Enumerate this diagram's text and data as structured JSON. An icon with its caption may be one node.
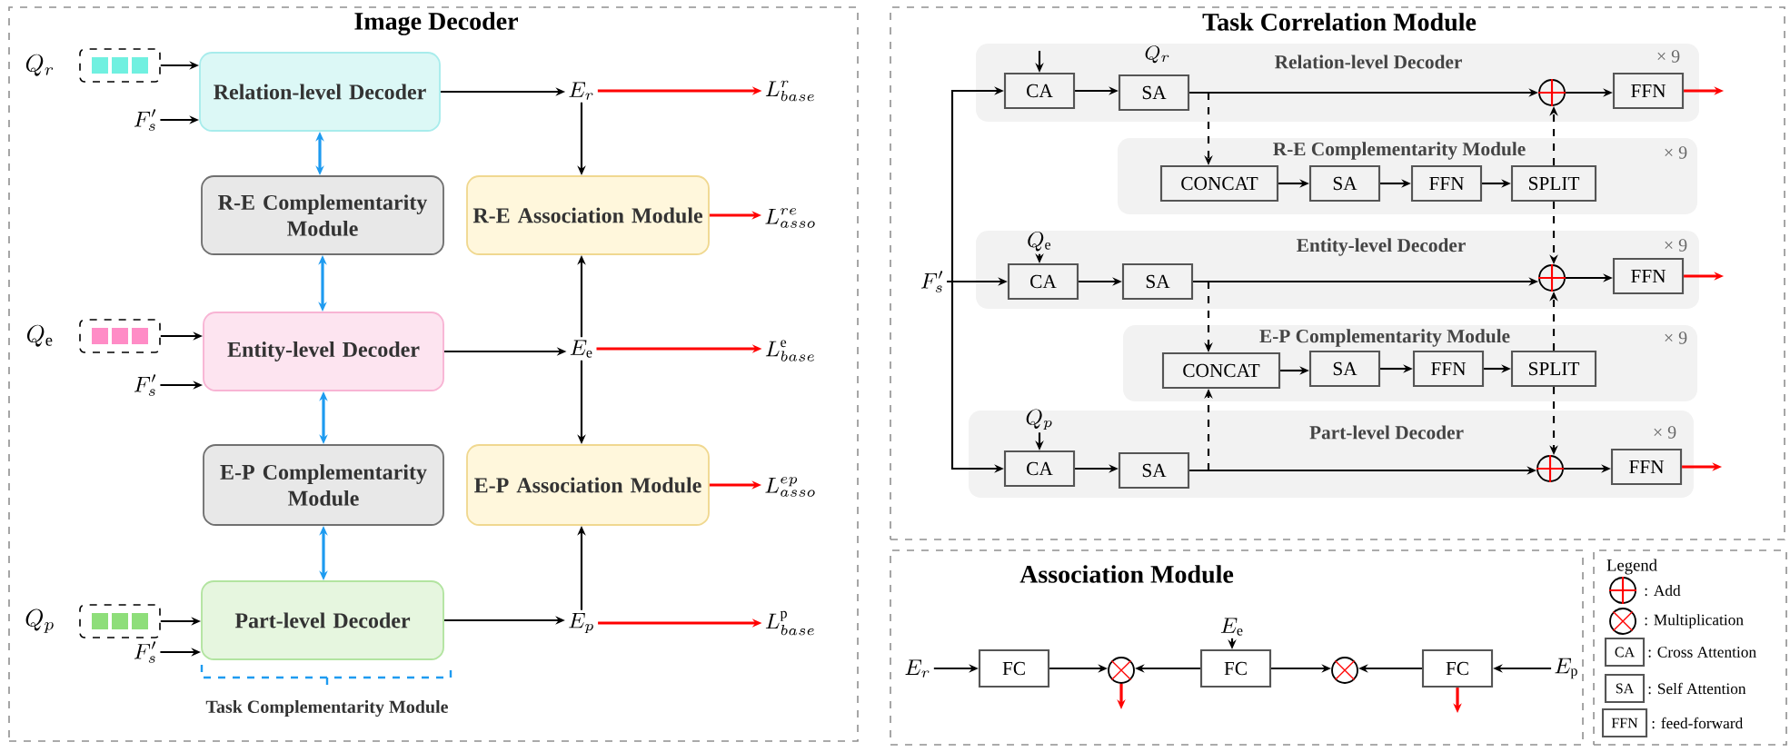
{
  "diagram": {
    "nodes": [
      {
        "text": [
          "Image Decoder"
        ]
      },
      {
        "text": [],
        "shape": "box",
        "in": 0,
        "beside": [
          "Q_r"
        ]
      },
      {
        "text": [
          "F_s'"
        ],
        "in": 0
      },
      {
        "text": [
          "Relation-level Decoder"
        ],
        "in": 0
      },
      {
        "text": [
          "R-E Complementarity Module"
        ],
        "in": 0
      },
      {
        "text": [],
        "shape": "box",
        "in": 0,
        "beside": [
          "Q_{\\mathrm{e}}"
        ]
      },
      {
        "text": [
          "F_s'"
        ],
        "in": 0
      },
      {
        "text": [
          "Entity-level Decoder"
        ],
        "in": 0
      },
      {
        "text": [
          "E-P Complementarity Module"
        ],
        "in": 0
      },
      {
        "text": [],
        "shape": "box",
        "in": 0,
        "beside": [
          "Q_p"
        ]
      },
      {
        "text": [
          "F_s'"
        ],
        "in": 0
      },
      {
        "text": [
          "Part-level Decoder"
        ],
        "in": 0
      },
      {
        "text": [
          "E_r"
        ],
        "in": 0
      },
      {
        "text": [
          "L^{r}_{base}"
        ],
        "in": 0
      },
      {
        "text": [
          "R-E Association Module"
        ],
        "in": 0
      },
      {
        "text": [
          "L^{re}_{asso}"
        ],
        "in": 0
      },
      {
        "text": [
          "E_{\\mathrm{e}}"
        ],
        "in": 0
      },
      {
        "text": [
          "L^{\\mathrm{e}}_{base}"
        ],
        "in": 0
      },
      {
        "text": [
          "E-P Association Module"
        ],
        "in": 0
      },
      {
        "text": [
          "L^{ep}_{asso}"
        ],
        "in": 0
      },
      {
        "text": [
          "E_p"
        ],
        "in": 0
      },
      {
        "text": [
          "L^{\\mathrm{p}}_{base}"
        ],
        "in": 0
      },
      {
        "text": [
          "Task Correlation Module"
        ]
      },
      {
        "text": [
          "Relation-level Decoder",
          "× 9"
        ],
        "in": 22
      },
      {
        "text": [
          "CA"
        ],
        "in": 23
      },
      {
        "text": [
          "SA"
        ],
        "in": 23,
        "beside": [
          "Q_r"
        ]
      },
      {
        "text": [],
        "shape": "circle",
        "in": 23
      },
      {
        "text": [
          "FFN"
        ],
        "in": 23
      },
      {
        "text": [
          "R-E Complementarity Module",
          "× 9"
        ],
        "in": 22
      },
      {
        "text": [
          "CONCAT"
        ],
        "in": 28
      },
      {
        "text": [
          "SA"
        ],
        "in": 28
      },
      {
        "text": [
          "FFN"
        ],
        "in": 28
      },
      {
        "text": [
          "SPLIT"
        ],
        "in": 28
      },
      {
        "text": [
          "Entity-level Decoder",
          "× 9"
        ],
        "in": 22
      },
      {
        "text": [
          "Q_{\\mathrm{e}}"
        ],
        "in": 33
      },
      {
        "text": [
          "CA"
        ],
        "in": 33
      },
      {
        "text": [
          "SA"
        ],
        "in": 33
      },
      {
        "text": [],
        "shape": "circle",
        "in": 33
      },
      {
        "text": [
          "FFN"
        ],
        "in": 33
      },
      {
        "text": [
          "E-P Complementarity Module",
          "× 9"
        ],
        "in": 22
      },
      {
        "text": [
          "CONCAT"
        ],
        "in": 39
      },
      {
        "text": [
          "SA"
        ],
        "in": 39
      },
      {
        "text": [
          "FFN"
        ],
        "in": 39
      },
      {
        "text": [
          "SPLIT"
        ],
        "in": 39
      },
      {
        "text": [
          "Part-level Decoder",
          "× 9"
        ],
        "in": 22
      },
      {
        "text": [
          "Q_p"
        ],
        "in": 44
      },
      {
        "text": [
          "CA"
        ],
        "in": 44
      },
      {
        "text": [
          "SA"
        ],
        "in": 44
      },
      {
        "text": [],
        "shape": "circle",
        "in": 44
      },
      {
        "text": [
          "FFN"
        ],
        "in": 44
      },
      {
        "text": [
          "F_s'"
        ],
        "in": 22
      },
      {
        "text": [
          "Association Module"
        ]
      },
      {
        "text": [
          "E_r"
        ],
        "in": 51
      },
      {
        "text": [
          "FC"
        ],
        "in": 51
      },
      {
        "text": [],
        "shape": "circle",
        "in": 51
      },
      {
        "text": [
          "E_{\\mathrm{e}}"
        ],
        "in": 51
      },
      {
        "text": [
          "FC"
        ],
        "in": 51
      },
      {
        "text": [],
        "shape": "circle",
        "in": 51
      },
      {
        "text": [
          "FC"
        ],
        "in": 51
      },
      {
        "text": [
          "E_{\\mathrm{p}}"
        ],
        "in": 51
      },
      {
        "text": [
          "Legend"
        ]
      },
      {
        "text": [],
        "shape": "circle",
        "in": 60,
        "beside": [
          ": Add"
        ]
      },
      {
        "text": [],
        "shape": "circle",
        "in": 60,
        "beside": [
          ": Multiplication"
        ]
      },
      {
        "text": [
          "CA"
        ],
        "in": 60,
        "beside": [
          ": Cross Attention"
        ]
      },
      {
        "text": [
          "SA"
        ],
        "in": 60,
        "beside": [
          ": Self Attention"
        ]
      },
      {
        "text": [
          "FFN"
        ],
        "in": 60,
        "beside": [
          ": feed-forward"
        ]
      }
    ],
    "edges": [
      {
        "from": 1,
        "to": 3,
        "arrow": "to"
      },
      {
        "from": 2,
        "to": 3,
        "arrow": "to"
      },
      {
        "from": 5,
        "to": 7,
        "arrow": "to"
      },
      {
        "from": 6,
        "to": 7,
        "arrow": "to"
      },
      {
        "from": 9,
        "to": 11,
        "arrow": "to"
      },
      {
        "from": 10,
        "to": 11,
        "arrow": "to"
      },
      {
        "from": 3,
        "to": 4,
        "arrow": "both",
        "color": "#1e9bf0"
      },
      {
        "from": 4,
        "to": 7,
        "arrow": "both",
        "color": "#1e9bf0"
      },
      {
        "from": 7,
        "to": 8,
        "arrow": "both",
        "color": "#1e9bf0"
      },
      {
        "from": 8,
        "to": 11,
        "arrow": "both",
        "color": "#1e9bf0"
      },
      {
        "from": 3,
        "to": 12,
        "arrow": "to"
      },
      {
        "from": 7,
        "to": 16,
        "arrow": "to"
      },
      {
        "from": 11,
        "to": 20,
        "arrow": "to"
      },
      {
        "from": 12,
        "to": 13,
        "arrow": "to",
        "color": "#ff0000"
      },
      {
        "from": 16,
        "to": 17,
        "arrow": "to",
        "color": "#ff0000"
      },
      {
        "from": 20,
        "to": 21,
        "arrow": "to",
        "color": "#ff0000"
      },
      {
        "from": 12,
        "to": 14,
        "arrow": "to"
      },
      {
        "from": 16,
        "to": 14,
        "arrow": "to"
      },
      {
        "from": 16,
        "to": 18,
        "arrow": "to"
      },
      {
        "from": 20,
        "to": 18,
        "arrow": "to"
      },
      {
        "from": 14,
        "to": 15,
        "arrow": "to",
        "color": "#ff0000"
      },
      {
        "from": 18,
        "to": 19,
        "arrow": "to",
        "color": "#ff0000"
      },
      {
        "from": null,
        "to": 24,
        "arrow": "to"
      },
      {
        "from": 24,
        "to": 25,
        "arrow": "to"
      },
      {
        "from": 25,
        "to": 26,
        "arrow": "to"
      },
      {
        "from": 26,
        "to": 27,
        "arrow": "to"
      },
      {
        "from": 27,
        "to": null,
        "arrow": "to",
        "color": "#ff0000"
      },
      {
        "from": 50,
        "to": 24,
        "arrow": "to"
      },
      {
        "from": 50,
        "to": 35,
        "arrow": "to"
      },
      {
        "from": 50,
        "to": 46,
        "arrow": "to"
      },
      {
        "from": 25,
        "to": 29,
        "arrow": "to",
        "style": "dashed"
      },
      {
        "from": 29,
        "to": 30,
        "arrow": "to"
      },
      {
        "from": 30,
        "to": 31,
        "arrow": "to"
      },
      {
        "from": 31,
        "to": 32,
        "arrow": "to"
      },
      {
        "from": 32,
        "to": 26,
        "arrow": "to",
        "style": "dashed"
      },
      {
        "from": 32,
        "to": 37,
        "arrow": "to",
        "style": "dashed"
      },
      {
        "from": 34,
        "to": 35,
        "arrow": "to"
      },
      {
        "from": 35,
        "to": 36,
        "arrow": "to"
      },
      {
        "from": 36,
        "to": 37,
        "arrow": "to"
      },
      {
        "from": 37,
        "to": 38,
        "arrow": "to"
      },
      {
        "from": 38,
        "to": null,
        "arrow": "to",
        "color": "#ff0000"
      },
      {
        "from": 36,
        "to": 40,
        "arrow": "to",
        "style": "dashed"
      },
      {
        "from": 47,
        "to": 40,
        "arrow": "to",
        "style": "dashed"
      },
      {
        "from": 40,
        "to": 41,
        "arrow": "to"
      },
      {
        "from": 41,
        "to": 42,
        "arrow": "to"
      },
      {
        "from": 42,
        "to": 43,
        "arrow": "to"
      },
      {
        "from": 43,
        "to": 37,
        "arrow": "to",
        "style": "dashed"
      },
      {
        "from": 43,
        "to": 48,
        "arrow": "to",
        "style": "dashed"
      },
      {
        "from": 45,
        "to": 46,
        "arrow": "to"
      },
      {
        "from": 46,
        "to": 47,
        "arrow": "to"
      },
      {
        "from": 47,
        "to": 48,
        "arrow": "to"
      },
      {
        "from": 48,
        "to": 49,
        "arrow": "to"
      },
      {
        "from": 49,
        "to": null,
        "arrow": "to",
        "color": "#ff0000"
      },
      {
        "from": 52,
        "to": 53,
        "arrow": "to"
      },
      {
        "from": 53,
        "to": 54,
        "arrow": "to"
      },
      {
        "from": 56,
        "to": 54,
        "arrow": "to"
      },
      {
        "from": 56,
        "to": 57,
        "arrow": "to"
      },
      {
        "from": 58,
        "to": 57,
        "arrow": "to"
      },
      {
        "from": 59,
        "to": 58,
        "arrow": "to"
      },
      {
        "from": 55,
        "to": 56,
        "arrow": "to"
      },
      {
        "from": 54,
        "to": null,
        "arrow": "to",
        "color": "#ff0000"
      },
      {
        "from": 58,
        "to": null,
        "arrow": "to",
        "color": "#ff0000"
      }
    ],
    "labels": [
      "Task Complementarity Module"
    ]
  }
}
